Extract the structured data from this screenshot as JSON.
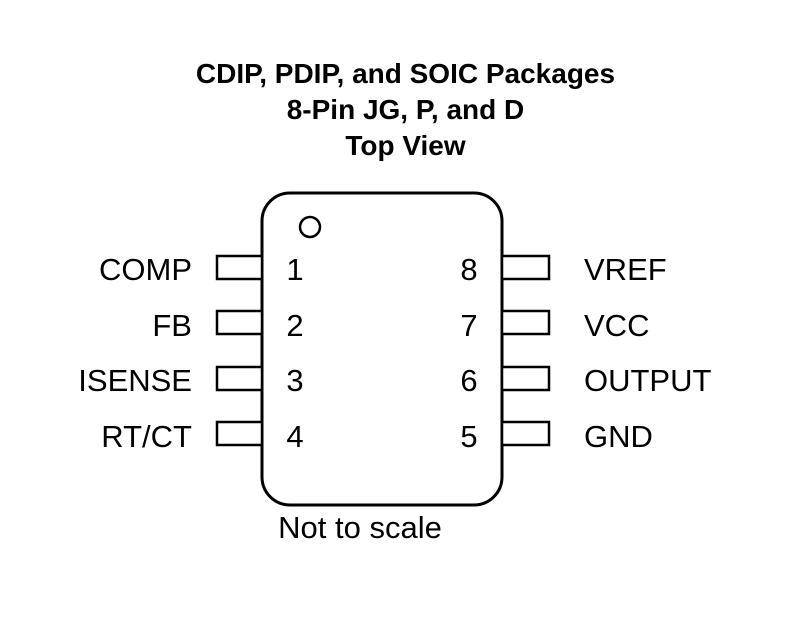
{
  "title_lines": [
    "CDIP, PDIP, and SOIC Packages",
    "8-Pin JG, P, and D",
    "Top View"
  ],
  "package": {
    "left_pins": [
      {
        "number": "1",
        "name": "COMP"
      },
      {
        "number": "2",
        "name": "FB"
      },
      {
        "number": "3",
        "name": "ISENSE"
      },
      {
        "number": "4",
        "name": "RT/CT"
      }
    ],
    "right_pins": [
      {
        "number": "8",
        "name": "VREF"
      },
      {
        "number": "7",
        "name": "VCC"
      },
      {
        "number": "6",
        "name": "OUTPUT"
      },
      {
        "number": "5",
        "name": "GND"
      }
    ]
  },
  "note": "Not to scale"
}
